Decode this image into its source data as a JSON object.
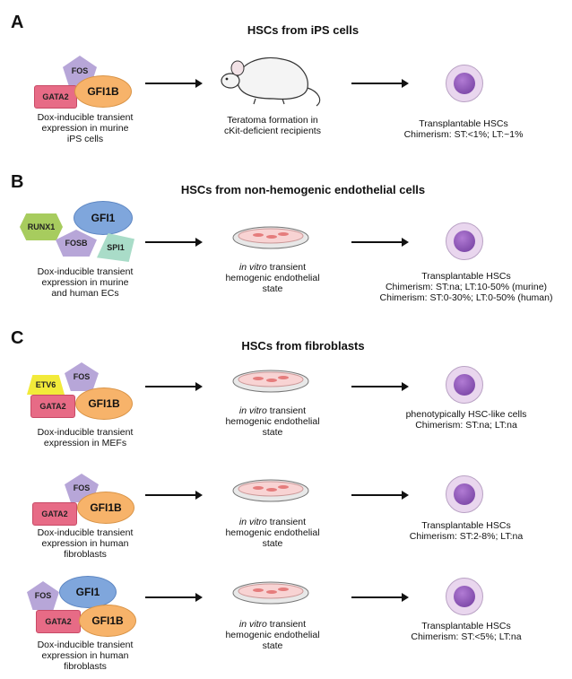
{
  "panels": [
    {
      "letter": "A",
      "title": "HSCs from iPS cells",
      "factors": [
        "FOS",
        "GATA2",
        "GFI1B"
      ],
      "left_caption": [
        "Dox-inducible transient",
        "expression in murine",
        "iPS cells"
      ],
      "middle_caption": [
        "Teratoma formation in",
        "cKit-deficient recipients"
      ],
      "right_caption": [
        "Transplantable HSCs",
        "Chimerism: ST:<1%; LT:~1%"
      ]
    },
    {
      "letter": "B",
      "title": "HSCs from non-hemogenic endothelial cells",
      "factors": [
        "RUNX1",
        "GFI1",
        "FOSB",
        "SPI1"
      ],
      "left_caption": [
        "Dox-inducible transient",
        "expression in murine",
        "and human ECs"
      ],
      "middle_caption_italic": "in vitro",
      "middle_caption": [
        " transient",
        "hemogenic endothelial",
        "state"
      ],
      "right_caption": [
        "Transplantable HSCs",
        "Chimerism: ST:na; LT:10-50% (murine)",
        "Chimerism: ST:0-30%; LT:0-50% (human)"
      ]
    },
    {
      "letter": "C",
      "title": "HSCs from fibroblasts",
      "rows": [
        {
          "factors": [
            "ETV6",
            "FOS",
            "GATA2",
            "GFI1B"
          ],
          "left_caption": [
            "Dox-inducible transient",
            "expression in MEFs"
          ],
          "middle_caption_italic": "in vitro",
          "middle_caption": [
            " transient",
            "hemogenic endothelial",
            "state"
          ],
          "right_caption": [
            "phenotypically HSC-like cells",
            "Chimerism: ST:na; LT:na"
          ]
        },
        {
          "factors": [
            "FOS",
            "GATA2",
            "GFI1B"
          ],
          "left_caption": [
            "Dox-inducible transient",
            "expression in human",
            "fibroblasts"
          ],
          "middle_caption_italic": "in vitro",
          "middle_caption": [
            " transient",
            "hemogenic endothelial",
            "state"
          ],
          "right_caption": [
            "Transplantable HSCs",
            "Chimerism: ST:2-8%; LT:na"
          ]
        },
        {
          "factors": [
            "FOS",
            "GFI1",
            "GATA2",
            "GFI1B"
          ],
          "left_caption": [
            "Dox-inducible transient",
            "expression in human",
            "fibroblasts"
          ],
          "middle_caption_italic": "in vitro",
          "middle_caption": [
            " transient",
            "hemogenic endothelial",
            "state"
          ],
          "right_caption": [
            "Transplantable HSCs",
            "Chimerism: ST:<5%; LT:na"
          ]
        }
      ]
    }
  ],
  "colors": {
    "fos": "#b7a6d8",
    "gata2": "#e76b86",
    "gfi1b": "#f7b36a",
    "gfi1": "#7fa6dc",
    "runx1": "#a7cc5e",
    "spi1": "#a9dcc8",
    "etv6": "#f2ea3a",
    "cell": "#e9d6ee",
    "nucleus": "#7d46aa"
  }
}
